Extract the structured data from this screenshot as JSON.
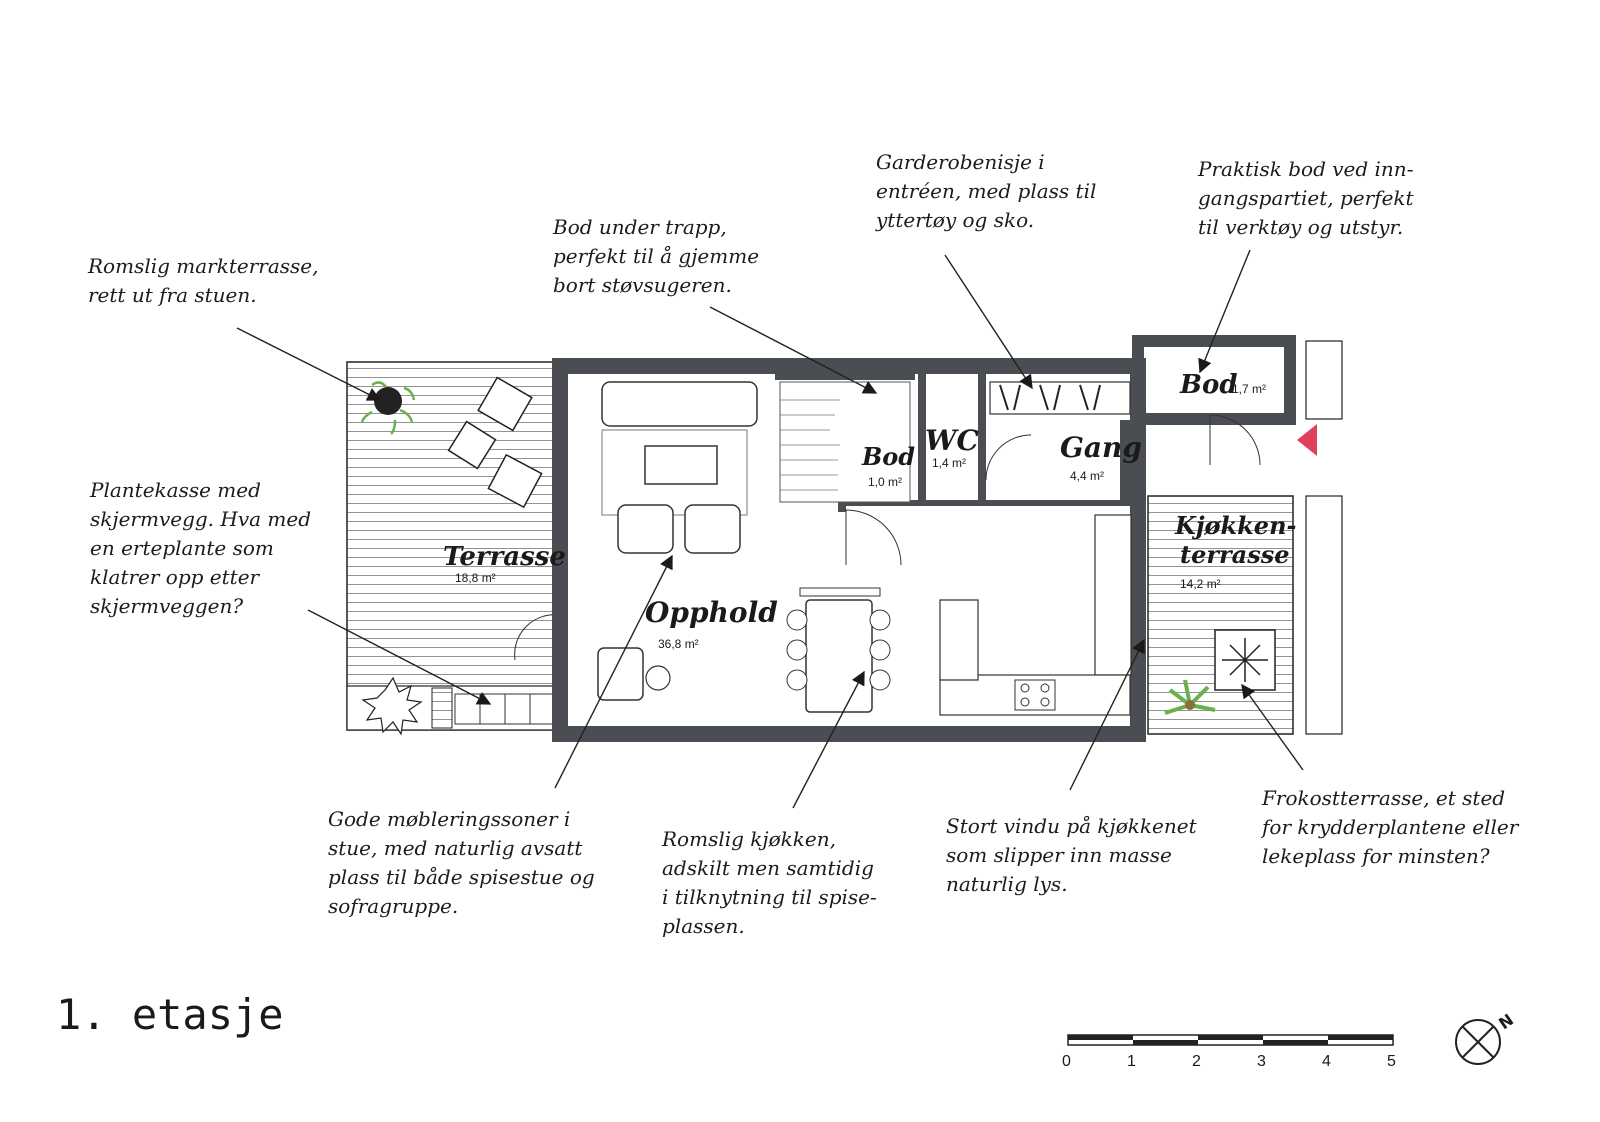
{
  "floor_label": "1. etasje",
  "colors": {
    "wall": "#4a4d52",
    "arrow": "#e0405a",
    "ink": "#1a1a1a",
    "plant": "#6ab04c"
  },
  "rooms": {
    "terrasse": {
      "name": "Terrasse",
      "area": "18,8 m²"
    },
    "opphold": {
      "name": "Opphold",
      "area": "36,8 m²"
    },
    "bod_stair": {
      "name": "Bod",
      "area": "1,0 m²"
    },
    "wc": {
      "name": "WC",
      "area": "1,4 m²"
    },
    "gang": {
      "name": "Gang",
      "area": "4,4 m²"
    },
    "bod_entry": {
      "name": "Bod",
      "area": "1,7 m²"
    },
    "kjokkenterrasse": {
      "name_line1": "Kjøkken-",
      "name_line2": "terrasse",
      "area": "14,2 m²"
    }
  },
  "annotations": {
    "markterrasse": [
      "Romslig markterrasse,",
      "rett ut fra stuen."
    ],
    "bod_trapp": [
      "Bod under trapp,",
      "perfekt til å gjemme",
      "bort støvsugeren."
    ],
    "garderobe": [
      "Garderobenisje i",
      "entréen, med plass til",
      "yttertøy og sko."
    ],
    "bod_inngang": [
      "Praktisk bod ved inn-",
      "gangspartiet, perfekt",
      "til verktøy og utstyr."
    ],
    "plantekasse": [
      "Plantekasse med",
      "skjermvegg. Hva med",
      "en erteplante som",
      "klatrer opp etter",
      "skjermveggen?"
    ],
    "moblering": [
      "Gode møbleringssoner i",
      "stue, med naturlig avsatt",
      "plass til både spisestue og",
      "sofragruppe."
    ],
    "kjokken": [
      "Romslig kjøkken,",
      "adskilt men samtidig",
      "i tilknytning til spise-",
      "plassen."
    ],
    "vindu": [
      "Stort vindu på kjøkkenet",
      "som slipper inn masse",
      "naturlig lys."
    ],
    "frokost": [
      "Frokostterrasse, et sted",
      "for krydderplantene eller",
      "lekeplass for minsten?"
    ]
  },
  "scale_bar": {
    "ticks": [
      "0",
      "1",
      "2",
      "3",
      "4",
      "5"
    ]
  },
  "compass": {
    "label": "N",
    "icon": "north-compass-icon"
  }
}
